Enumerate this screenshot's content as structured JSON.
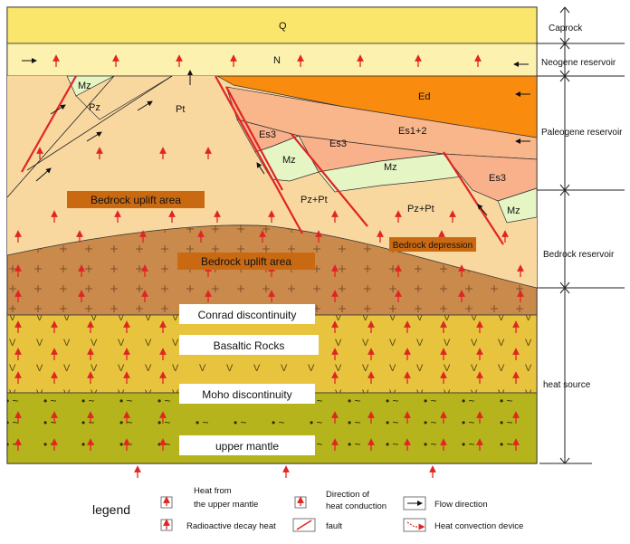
{
  "layers": {
    "caprock": "Q",
    "neogene": "N",
    "ed": "Ed",
    "es12": "Es1+2",
    "es3_a": "Es3",
    "es3_b": "Es3",
    "es3_c": "Es3",
    "mz_top": "Mz",
    "mz_a": "Mz",
    "mz_b": "Mz",
    "mz_c": "Mz",
    "pz": "Pz",
    "pt": "Pt",
    "pzpt_a": "Pz+Pt",
    "pzpt_b": "Pz+Pt"
  },
  "boxes": {
    "bedrock_uplift_upper": "Bedrock uplift area",
    "bedrock_uplift_lower": "Bedrock uplift area",
    "bedrock_depression": "Bedrock depression",
    "conrad": "Conrad discontinuity",
    "basaltic": "Basaltic Rocks",
    "moho": "Moho discontinuity",
    "mantle": "upper mantle"
  },
  "side_labels": {
    "caprock": "Caprock",
    "neogene": "Neogene reservoir",
    "paleogene": "Paleogene reservoir",
    "bedrock": "Bedrock  reservoir",
    "heat_source": "heat source"
  },
  "legend": {
    "title": "legend",
    "upper_mantle_1": "Heat from",
    "upper_mantle_2": "the upper mantle",
    "conduction_1": "Direction of",
    "conduction_2": "heat conduction",
    "flow": "Flow direction",
    "radioactive": "Radioactive decay heat",
    "fault": "fault",
    "convection": "Heat convection device"
  },
  "colors": {
    "caprock": "#f9e66a",
    "neogene": "#fdf1b0",
    "ed": "#f98c0f",
    "es12": "#f9b68a",
    "es3": "#f8b18a",
    "mz": "#e5f5c3",
    "bedrock": "#f9d8a0",
    "basement": "#c98a4b",
    "basalt": "#e8c43e",
    "mantle": "#b6b41c",
    "label_box": "#c96a12",
    "fault": "#e02525",
    "heat": "#e02525"
  }
}
